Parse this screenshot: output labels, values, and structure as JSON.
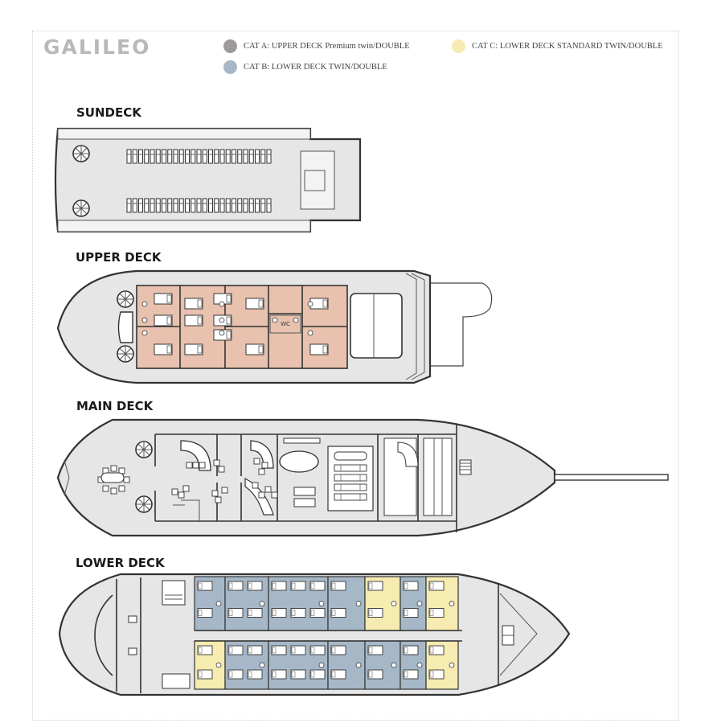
{
  "title": "GALILEO",
  "legend": [
    {
      "code": "A",
      "label": "CAT A: UPPER DECK Premium twin/DOUBLE",
      "color": "#9e9a99"
    },
    {
      "code": "B",
      "label": "CAT B: LOWER DECK TWIN/DOUBLE",
      "color": "#a6b8c8"
    },
    {
      "code": "C",
      "label": "CAT C: LOWER DECK STANDARD TWIN/DOUBLE",
      "color": "#f6ebb0"
    }
  ],
  "decks": [
    {
      "name": "SUNDECK"
    },
    {
      "name": "UPPER DECK"
    },
    {
      "name": "MAIN DECK"
    },
    {
      "name": "LOWER DECK"
    }
  ],
  "cabin_colors": {
    "upper": "#e8c2ae",
    "lower_b": "#a6b8c8",
    "lower_c": "#f6ebb0"
  },
  "wc_label": "WC"
}
